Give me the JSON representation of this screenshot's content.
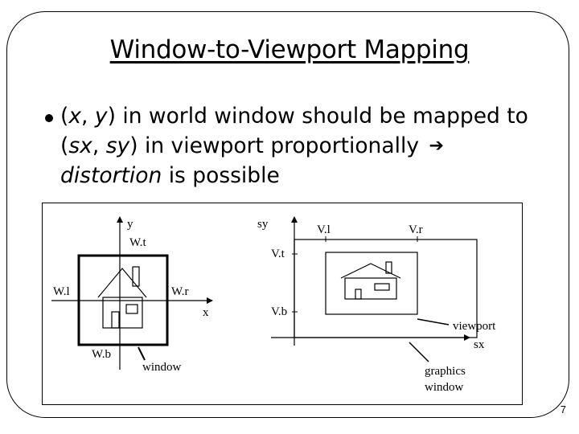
{
  "title": "Window-to-Viewport Mapping",
  "bullet": {
    "p1": "(",
    "x": "x",
    "p2": ", ",
    "y": "y",
    "p3": ") in world window should be mapped to (",
    "sx": "sx",
    "p4": ", ",
    "sy": "sy",
    "p5": ") in viewport proportionally",
    "arrow": "➔",
    "distortion": "distortion",
    "p6": " is possible"
  },
  "figure": {
    "left": {
      "y_axis": "y",
      "x_axis": "x",
      "top_label": "W.t",
      "left_label": "W.l",
      "right_label": "W.r",
      "bottom_label": "W.b",
      "window_label": "window"
    },
    "right": {
      "y_axis": "sy",
      "x_axis": "sx",
      "left_label": "V.l",
      "right_label": "V.r",
      "top_label": "V.t",
      "bottom_label": "V.b",
      "viewport_label": "viewport",
      "graphics_label_1": "graphics",
      "graphics_label_2": "window"
    }
  },
  "page_number": "7"
}
